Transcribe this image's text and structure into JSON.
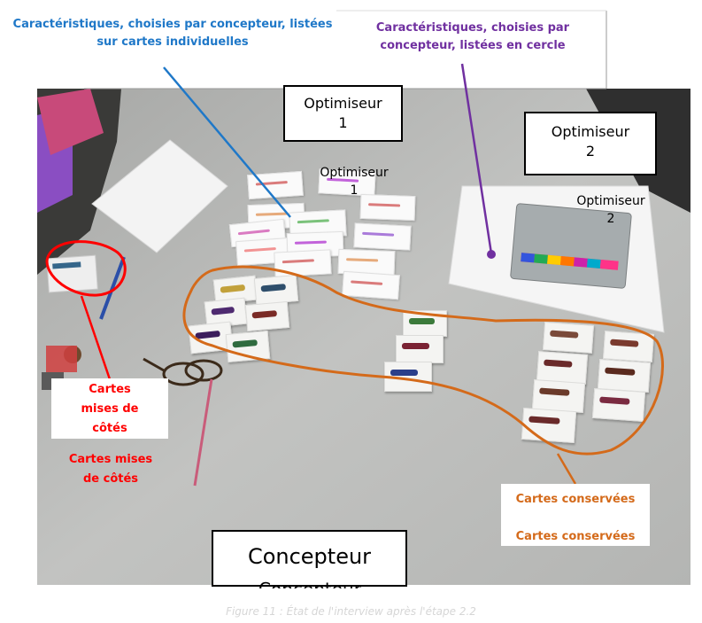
{
  "callouts": {
    "blue_text": "Caractéristiques, choisies par concepteur, listées sur cartes individuelles",
    "purple_text": "Caractéristiques, choisies par concepteur, listées en cercle",
    "red_text": "Cartes mises de côtés",
    "red_ghost_text": "Cartes mises de côtés",
    "orange_text": "Cartes conservées",
    "orange_ghost_text": "Cartes conservées"
  },
  "labels": {
    "optimiseur_1_line1": "Optimiseur",
    "optimiseur_1_line2": "1",
    "optimiseur_1_ghost_line1": "Optimiseur",
    "optimiseur_1_ghost_line2": "1",
    "optimiseur_2_line1": "Optimiseur",
    "optimiseur_2_line2": "2",
    "optimiseur_2_ghost_line1": "Optimiseur",
    "optimiseur_2_ghost_line2": "2",
    "concepteur": "Concepteur",
    "concepteur_ghost": "Concepteur"
  },
  "caption": "Figure 11 : État de l'interview après l'étape 2.2",
  "colors": {
    "blue": "#1f78c8",
    "purple": "#7030a0",
    "red": "#ff0000",
    "orange": "#d46a1a",
    "table": "#bfbfbd"
  }
}
